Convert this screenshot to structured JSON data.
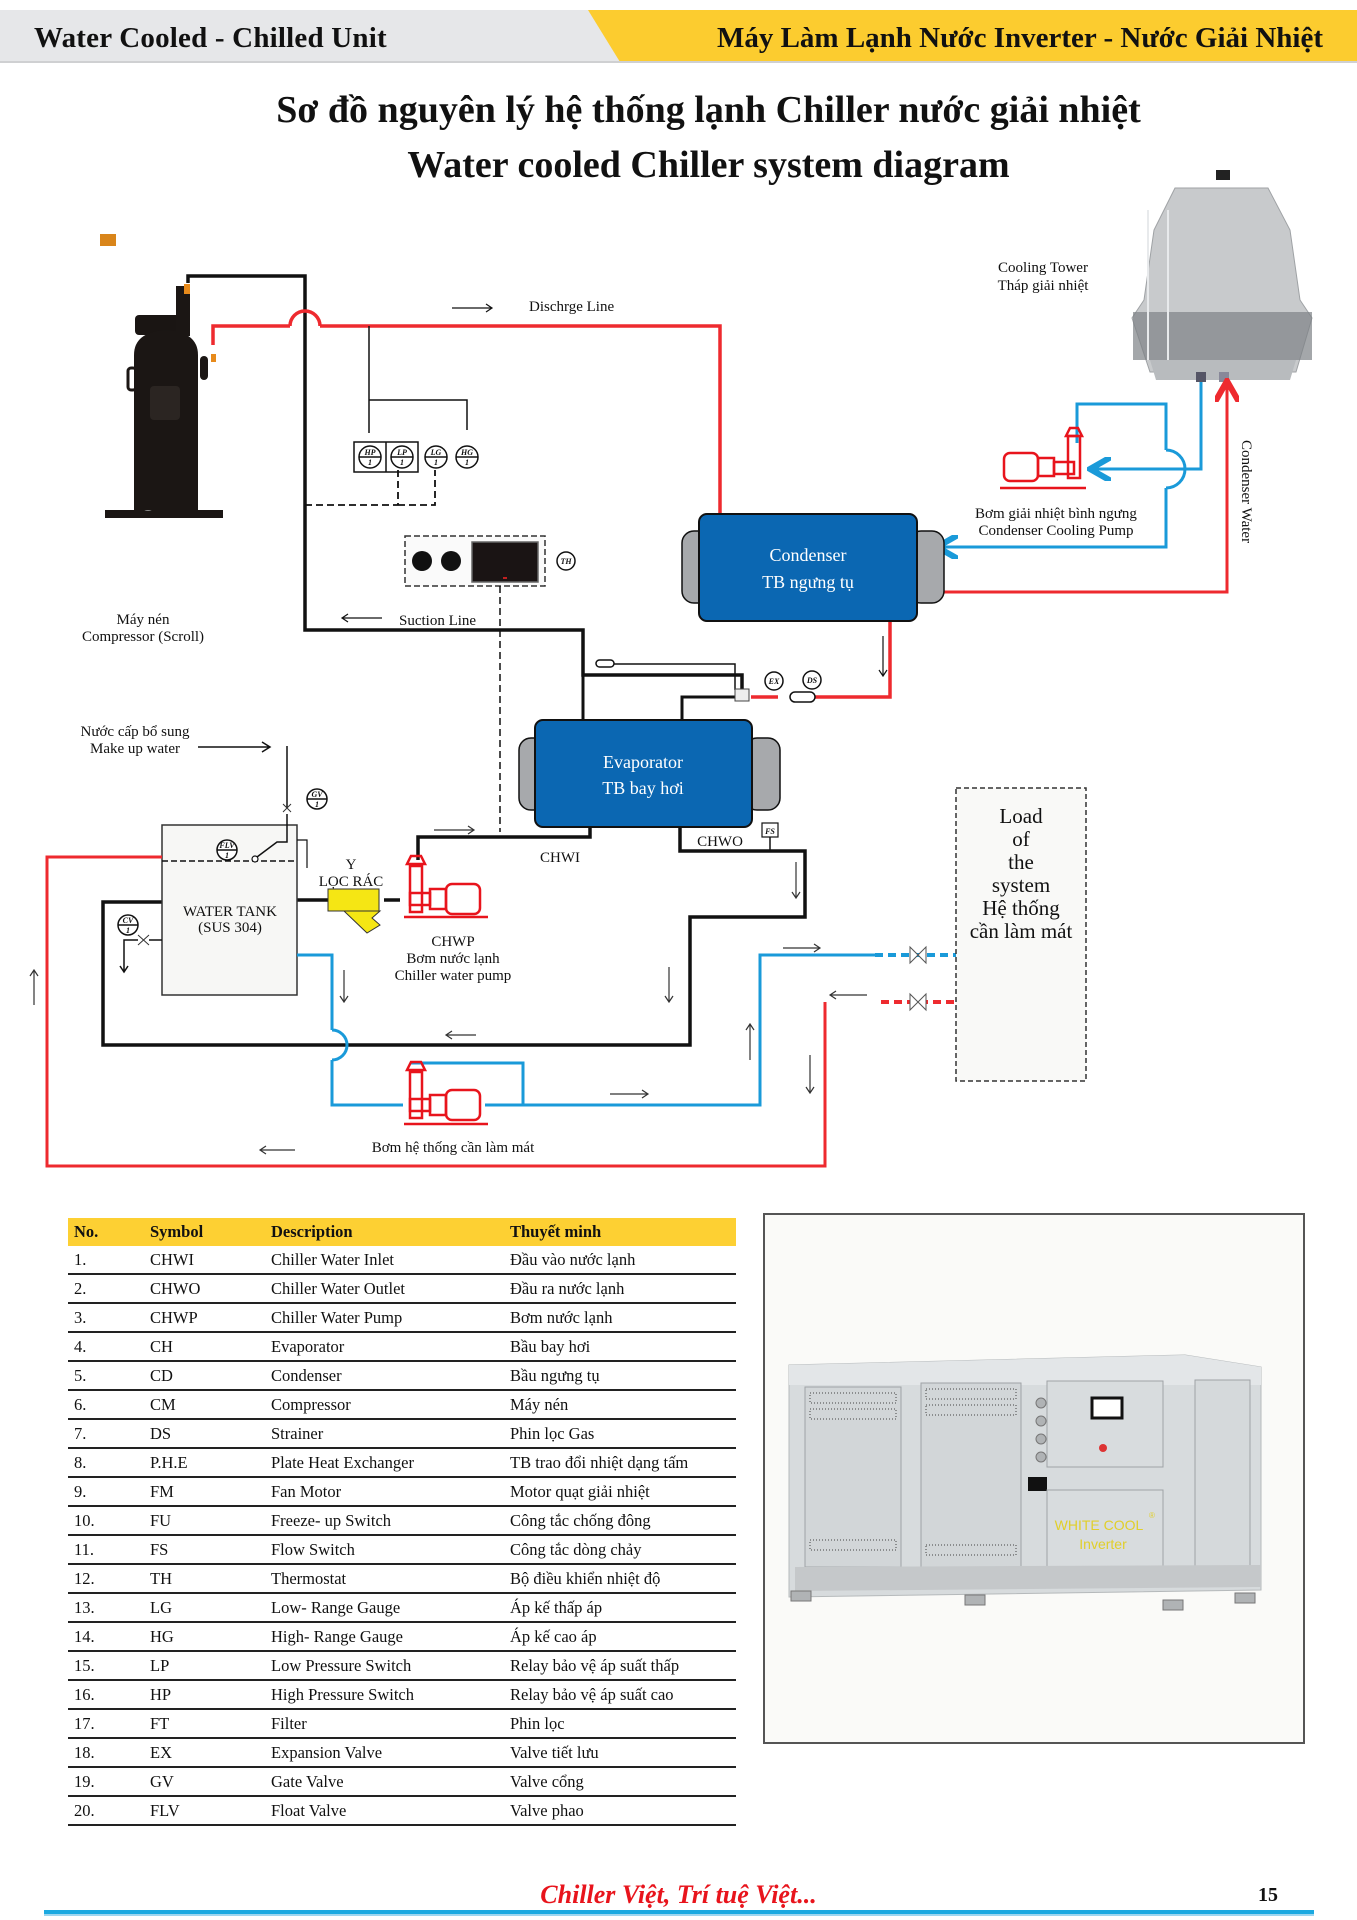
{
  "header": {
    "left_title": "Water Cooled - Chilled Unit",
    "right_title": "Máy Làm Lạnh Nước Inverter - Nước Giải Nhiệt",
    "left_bg": "#e6e7e9",
    "right_bg": "#fccc2f"
  },
  "page_title": {
    "line1": "Sơ đồ nguyên lý hệ thống lạnh Chiller nước giải nhiệt",
    "line2": "Water cooled Chiller system diagram"
  },
  "diagram": {
    "colors": {
      "hot": "#ee2a2f",
      "cold": "#1a9ad9",
      "refrigerant": "#111111",
      "vessel": "#0b67b2",
      "pump": "#e8141c"
    },
    "labels": {
      "discharge_line": "Dischrge Line",
      "suction_line": "Suction Line",
      "compressor_vi": "Máy nén",
      "compressor_en": "Compressor (Scroll)",
      "cooling_tower_en": "Cooling Tower",
      "cooling_tower_vi": "Tháp giải nhiệt",
      "condenser_en": "Condenser",
      "condenser_vi": "TB ngưng tụ",
      "condenser_pump_vi": "Bơm giải nhiệt bình ngưng",
      "condenser_pump_en": "Condenser Cooling Pump",
      "condenser_water": "Condenser Water",
      "evaporator_en": "Evaporator",
      "evaporator_vi": "TB bay hơi",
      "makeup_vi": "Nước cấp bổ sung",
      "makeup_en": "Make up water",
      "tank_line1": "WATER TANK",
      "tank_line2": "(SUS 304)",
      "strainer_y": "Y",
      "strainer_vi": "LỌC RÁC",
      "chwp": "CHWP",
      "chwp_vi": "Bơm nước lạnh",
      "chwp_en": "Chiller water pump",
      "chwi": "CHWI",
      "chwo": "CHWO",
      "load_pump": "Bơm hệ thống cần làm mát",
      "load_lines": [
        "Load",
        "of",
        "the",
        "system",
        "Hệ thống",
        "cần làm mát"
      ]
    },
    "symbols": {
      "hp": "HP",
      "lp": "LP",
      "lg": "LG",
      "hg": "HG",
      "th": "TH",
      "ex": "EX",
      "ds": "DS",
      "fs": "FS",
      "gv": "GV",
      "flv": "FLV",
      "cv": "CV",
      "index": "1"
    }
  },
  "legend": {
    "headers": [
      "No.",
      "Symbol",
      "Description",
      "Thuyết minh"
    ],
    "rows": [
      [
        "1.",
        "CHWI",
        "Chiller Water Inlet",
        "Đầu vào nước lạnh"
      ],
      [
        "2.",
        "CHWO",
        "Chiller Water Outlet",
        "Đầu ra nước lạnh"
      ],
      [
        "3.",
        "CHWP",
        "Chiller Water Pump",
        "Bơm nước lạnh"
      ],
      [
        "4.",
        "CH",
        "Evaporator",
        "Bầu bay hơi"
      ],
      [
        "5.",
        "CD",
        "Condenser",
        "Bầu ngưng tụ"
      ],
      [
        "6.",
        "CM",
        "Compressor",
        "Máy nén"
      ],
      [
        "7.",
        "DS",
        "Strainer",
        "Phin lọc Gas"
      ],
      [
        "8.",
        "P.H.E",
        "Plate Heat Exchanger",
        "TB trao đổi nhiệt dạng tấm"
      ],
      [
        "9.",
        "FM",
        "Fan Motor",
        "Motor quạt giải nhiệt"
      ],
      [
        "10.",
        "FU",
        "Freeze- up Switch",
        "Công tắc chống đông"
      ],
      [
        "11.",
        "FS",
        "Flow Switch",
        "Công tắc dòng chảy"
      ],
      [
        "12.",
        "TH",
        "Thermostat",
        "Bộ điều khiển nhiệt độ"
      ],
      [
        "13.",
        "LG",
        "Low- Range Gauge",
        "Áp kế thấp áp"
      ],
      [
        "14.",
        "HG",
        "High- Range Gauge",
        "Áp kế cao áp"
      ],
      [
        "15.",
        "LP",
        "Low Pressure Switch",
        "Relay bảo vệ áp suất thấp"
      ],
      [
        "16.",
        "HP",
        "High Pressure Switch",
        "Relay bảo vệ áp suất cao"
      ],
      [
        "17.",
        "FT",
        "Filter",
        "Phin lọc"
      ],
      [
        "18.",
        "EX",
        "Expansion Valve",
        "Valve tiết lưu"
      ],
      [
        "19.",
        "GV",
        "Gate Valve",
        "Valve cổng"
      ],
      [
        "20.",
        "FLV",
        "Float Valve",
        "Valve phao"
      ]
    ]
  },
  "product": {
    "brand_line1": "WHITE COOL",
    "brand_line2": "Inverter",
    "registered": "®",
    "brand_color": "#e1cf2a"
  },
  "footer": {
    "slogan": "Chiller Việt, Trí tuệ Việt...",
    "page_number": "15"
  }
}
